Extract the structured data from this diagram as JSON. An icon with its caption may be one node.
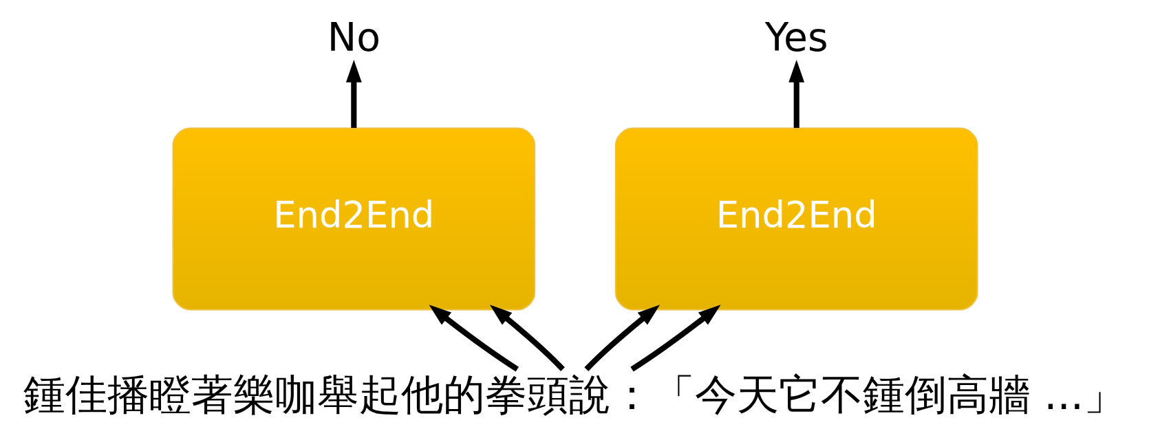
{
  "diagram": {
    "nodes": [
      {
        "text": [
          "No"
        ]
      },
      {
        "text": [
          "Yes"
        ]
      },
      {
        "text": [
          "End2End"
        ]
      },
      {
        "text": [
          "End2End"
        ]
      },
      {
        "text": [
          "鍾佳播瞪著樂咖舉起他的拳頭說：「今天它不鍾倒高牆 ...」"
        ]
      }
    ],
    "edges": [
      {
        "from": 2,
        "to": 0,
        "arrow": "to"
      },
      {
        "from": 3,
        "to": 1,
        "arrow": "to"
      },
      {
        "from": 4,
        "to": 2,
        "arrow": "to"
      },
      {
        "from": 4,
        "to": 2,
        "arrow": "to"
      },
      {
        "from": 4,
        "to": 3,
        "arrow": "to"
      },
      {
        "from": 4,
        "to": 3,
        "arrow": "to"
      }
    ]
  }
}
